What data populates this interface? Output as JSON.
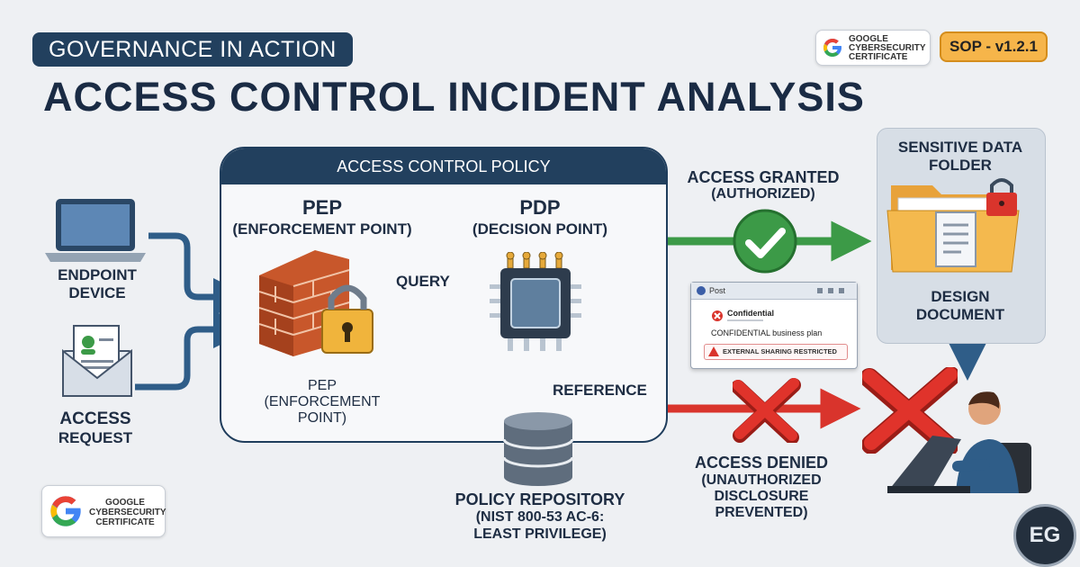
{
  "header": {
    "subtitle": "Governance in Action",
    "title": "ACCESS CONTROL INCIDENT ANALYSIS",
    "badge_text": [
      "GOOGLE",
      "CYBERSECURITY",
      "CERTIFICATE"
    ],
    "sop": "SOP - v1.2.1"
  },
  "policy_panel": {
    "title": "Access Control Policy",
    "pep_title": "PEP",
    "pep_subtitle": "(Enforcement Point)",
    "pdp_title": "PDP",
    "pdp_subtitle": "(Decision Point)",
    "query_label": "QUERY",
    "reference_label": "REFERENCE",
    "pep_bottom": [
      "PEP",
      "(ENFORCEMENT",
      "POINT)"
    ]
  },
  "left": {
    "endpoint": [
      "ENDPOINT",
      "DEVICE"
    ],
    "request": [
      "ACCESS",
      "REQUEST"
    ]
  },
  "repository": [
    "POLICY REPOSITORY",
    "(NIST 800-53 AC-6:",
    "LEAST PRIVILEGE)"
  ],
  "granted": [
    "ACCESS GRANTED",
    "(AUTHORIZED)"
  ],
  "denied": [
    "ACCESS DENIED",
    "(UNAUTHORIZED",
    "DISCLOSURE",
    "PREVENTED)"
  ],
  "folder": {
    "title": [
      "SENSITIVE DATA",
      "FOLDER"
    ],
    "doc": [
      "DESIGN",
      "DOCUMENT"
    ]
  },
  "popup": {
    "tab": "Post",
    "sender": "Confidential",
    "body": "CONFIDENTIAL business plan",
    "warning": "EXTERNAL SHARING RESTRICTED"
  },
  "logo_text": "EG",
  "colors": {
    "navy": "#22405e",
    "green": "#3c9a47",
    "red": "#d9342c",
    "orange": "#e8891c",
    "blue": "#2f5d88"
  }
}
